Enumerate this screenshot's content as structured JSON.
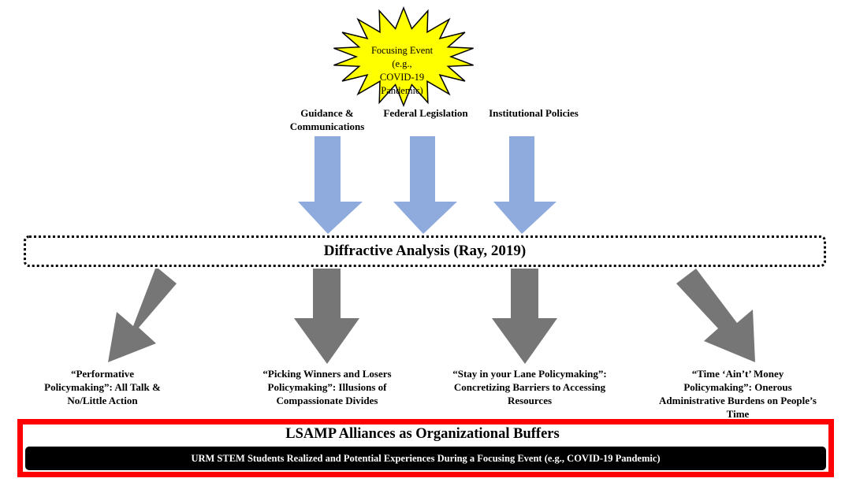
{
  "focusing_event": {
    "line1": "Focusing Event (e.g.,",
    "line2": "COVID-19 Pandemic)",
    "fill": "#ffff00"
  },
  "inputs": [
    {
      "line1": "Guidance &",
      "line2": "Communications"
    },
    {
      "line1": "Federal Legislation",
      "line2": ""
    },
    {
      "line1": "Institutional Policies",
      "line2": ""
    }
  ],
  "analysis": {
    "label": "Diffractive Analysis (Ray, 2019)"
  },
  "outputs": [
    {
      "line1": "“Performative",
      "line2": "Policymaking”:  All Talk &",
      "line3": "No/Little Action",
      "line4": ""
    },
    {
      "line1": "“Picking Winners and Losers",
      "line2": "Policymaking”:  Illusions of",
      "line3": "Compassionate Divides",
      "line4": ""
    },
    {
      "line1": "“Stay in your Lane Policymaking”:",
      "line2": "Concretizing  Barriers to Accessing",
      "line3": "Resources",
      "line4": ""
    },
    {
      "line1": "“Time ‘Ain’t’ Money",
      "line2": "Policymaking”:  Onerous",
      "line3": "Administrative  Burdens on People’s",
      "line4": "Time"
    }
  ],
  "buffers": {
    "title": "LSAMP Alliances as Organizational Buffers"
  },
  "experiences": {
    "label": "URM STEM Students Realized and Potential Experiences During a Focusing Event (e.g., COVID-19 Pandemic)"
  },
  "colors": {
    "input_arrow": "#8faadc",
    "output_arrow": "#767676",
    "frame": "#ff0000",
    "star": "#ffff00"
  }
}
